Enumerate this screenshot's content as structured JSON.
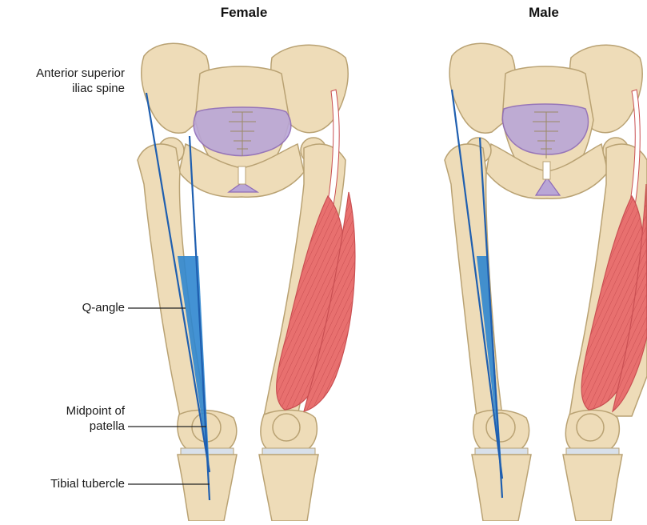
{
  "titles": {
    "female": "Female",
    "male": "Male"
  },
  "labels": {
    "asis_line1": "Anterior superior",
    "asis_line2": "iliac spine",
    "q_angle": "Q-angle",
    "patella_line1": "Midpoint of",
    "patella_line2": "patella",
    "tibial": "Tibial tubercle"
  },
  "colors": {
    "bone": "#eedcb8",
    "bone_outline": "#b9a273",
    "pelvic_inlet": "#b9a6d6",
    "muscle": "#e8706f",
    "axis_line": "#1f5fb0",
    "q_angle_fill": "#2f86cf"
  }
}
